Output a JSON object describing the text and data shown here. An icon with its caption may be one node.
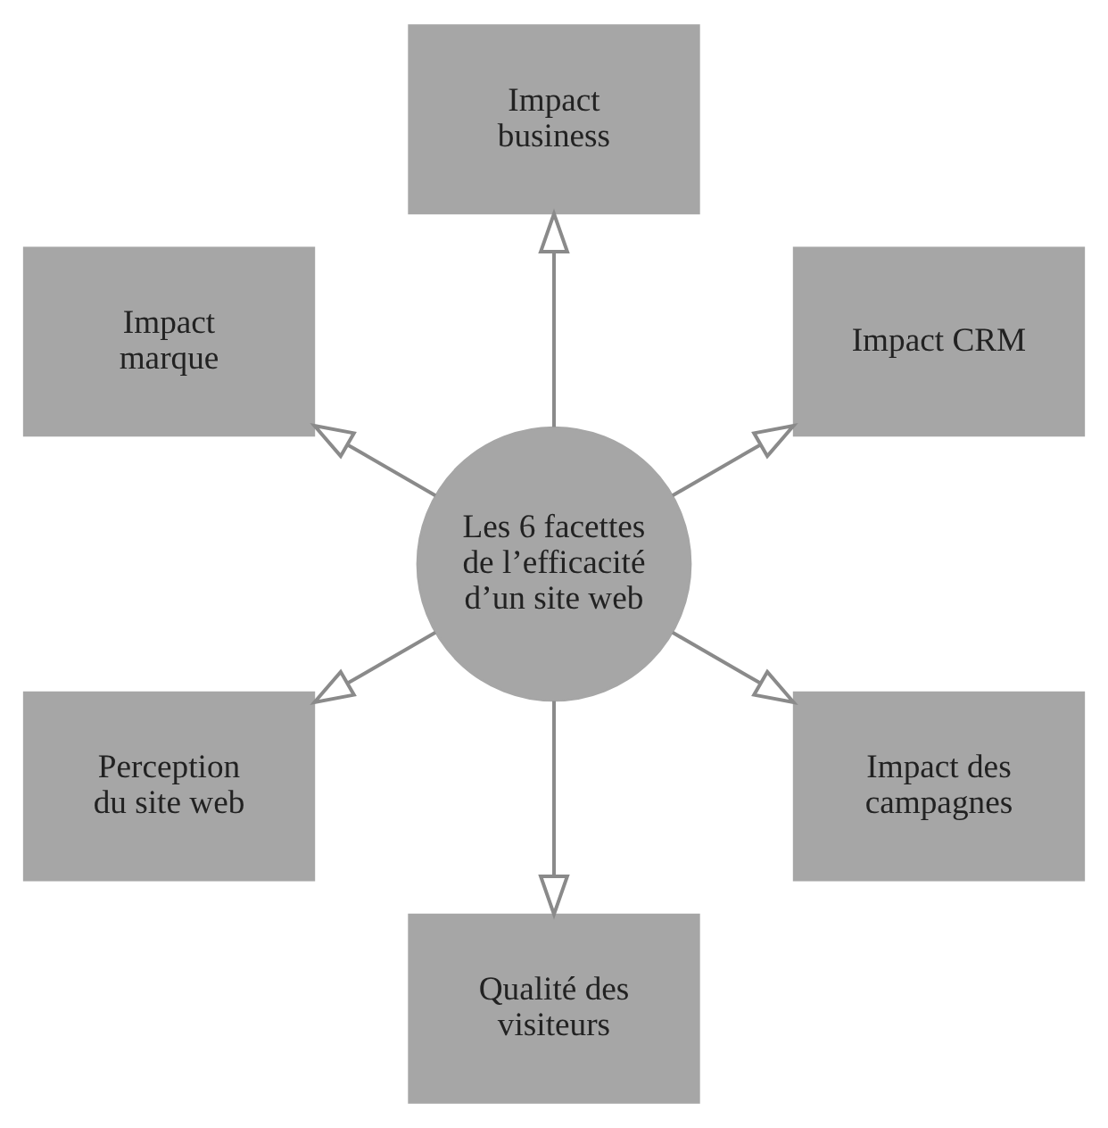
{
  "diagram": {
    "nodes": [
      {
        "text": [
          "Les 6 facettes de l’efficacité d’un site web"
        ]
      },
      {
        "text": [
          "Impact CRM"
        ]
      },
      {
        "text": [
          "Impact business"
        ]
      },
      {
        "text": [
          "Impact marque"
        ]
      },
      {
        "text": [
          "Perception du site web"
        ]
      },
      {
        "text": [
          "Qualité des visiteurs"
        ]
      },
      {
        "text": [
          "Impact des campagnes"
        ]
      }
    ],
    "edges": [
      {
        "from": 0,
        "to": 1,
        "arrow": "to"
      },
      {
        "from": 0,
        "to": 2,
        "arrow": "to"
      },
      {
        "from": 0,
        "to": 3,
        "arrow": "to"
      },
      {
        "from": 0,
        "to": 4,
        "arrow": "to"
      },
      {
        "from": 0,
        "to": 5,
        "arrow": "to"
      },
      {
        "from": 0,
        "to": 6,
        "arrow": "to"
      }
    ]
  }
}
